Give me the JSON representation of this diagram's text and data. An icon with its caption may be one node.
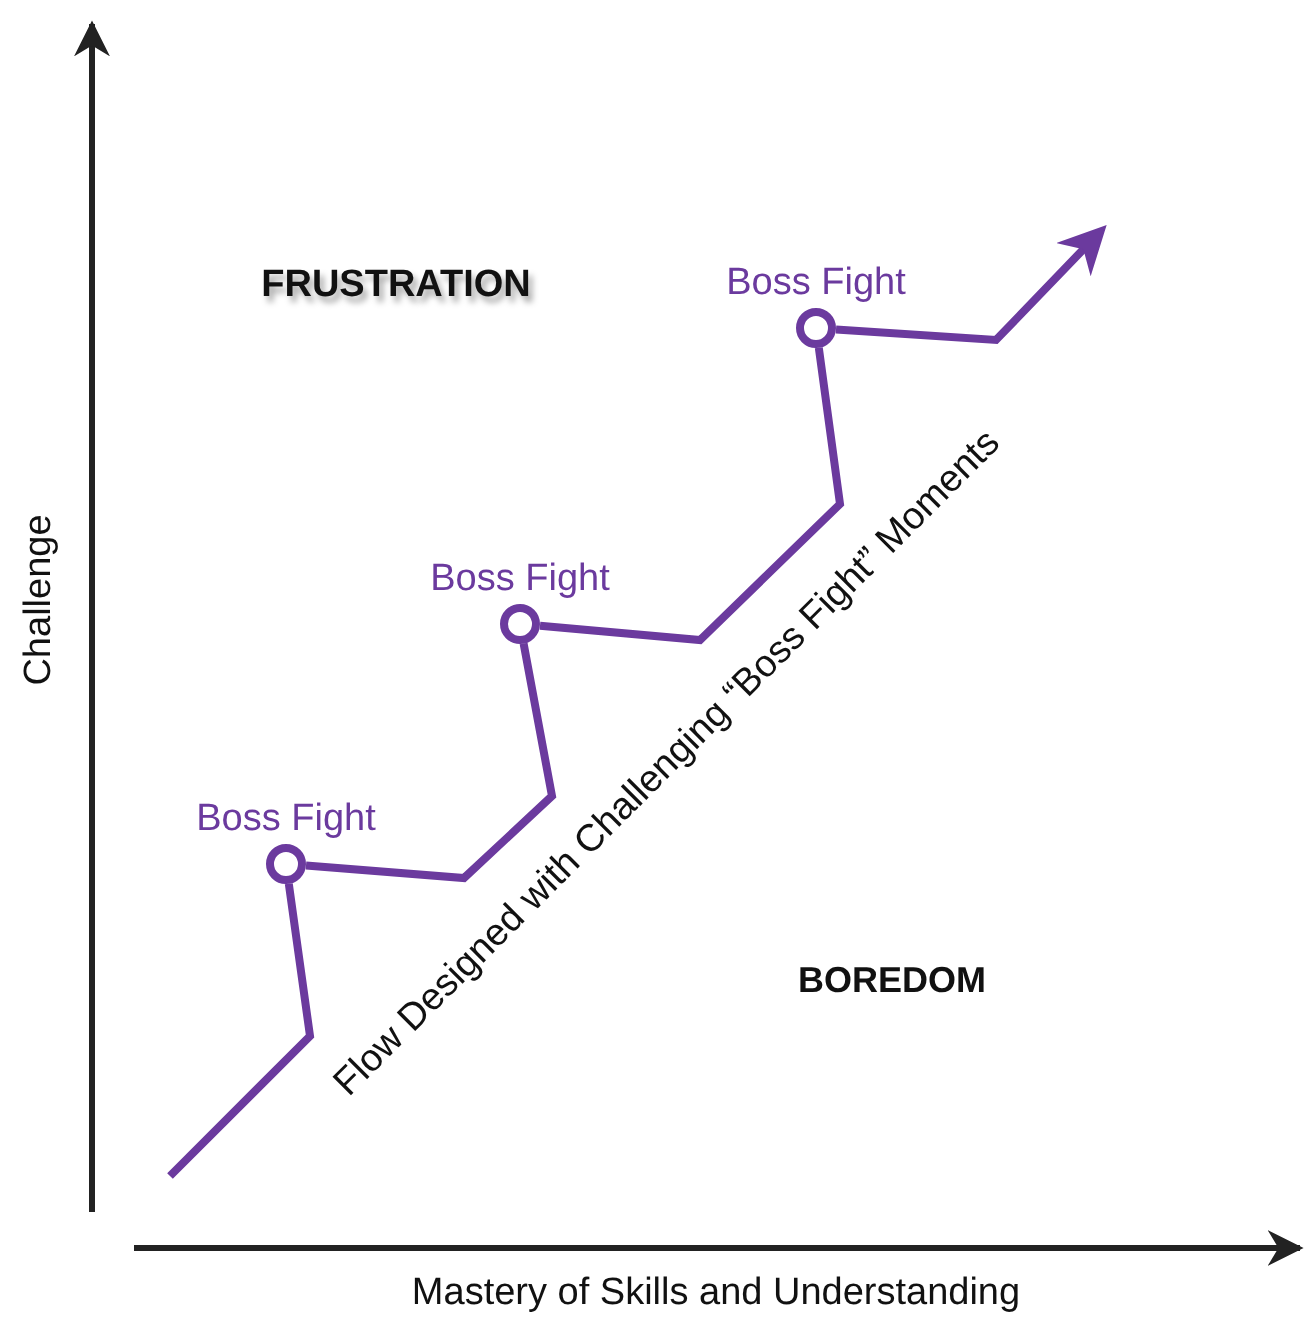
{
  "diagram": {
    "nodes": [
      {
        "text": [
          "Boss Fight"
        ]
      },
      {
        "text": [
          "Boss Fight"
        ]
      },
      {
        "text": [
          "Boss Fight"
        ]
      }
    ],
    "edges": [
      {
        "from": null,
        "to": 0,
        "arrow": "none"
      },
      {
        "from": 0,
        "to": 1,
        "arrow": "none"
      },
      {
        "from": 1,
        "to": 2,
        "arrow": "none"
      },
      {
        "from": 2,
        "to": null,
        "arrow": "to"
      }
    ],
    "labels": [
      "FRUSTRATION",
      "Challenge",
      "Flow Designed with Challenging “Boss Fight” Moments",
      "BOREDOM",
      "Mastery of Skills and Understanding"
    ]
  }
}
